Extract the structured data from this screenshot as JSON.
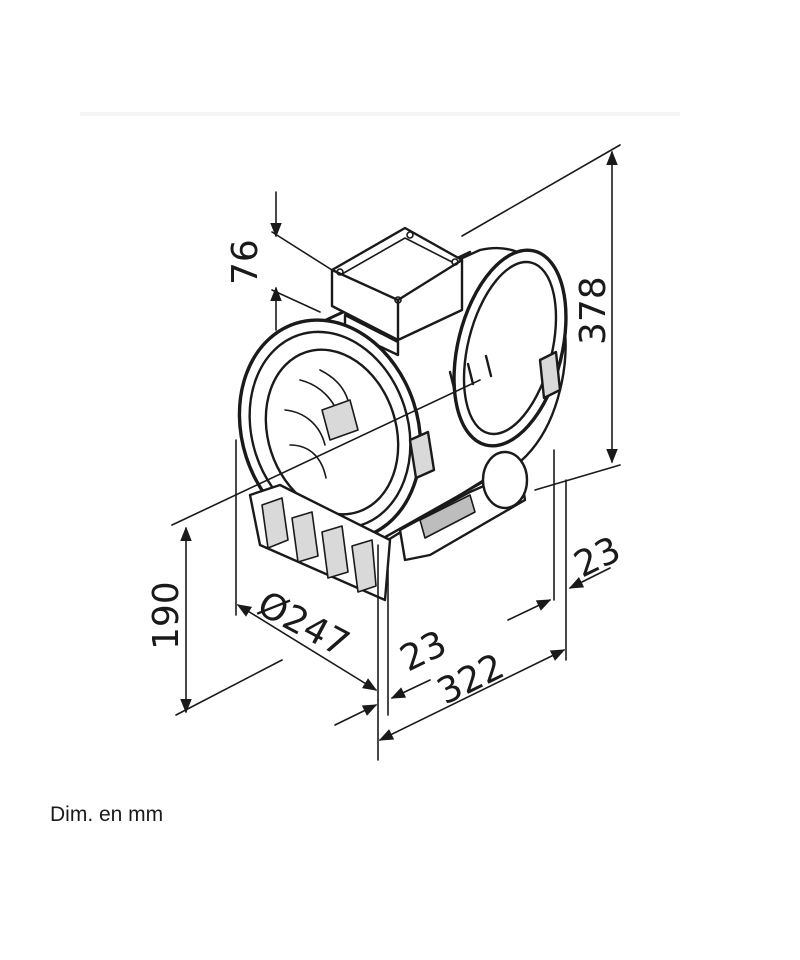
{
  "dimensions": {
    "overall_height": "378",
    "box_height": "76",
    "center_height": "190",
    "diameter": "Ø247",
    "length": "322",
    "flange_left": "23",
    "flange_right": "23"
  },
  "caption": "Dim. en mm",
  "colors": {
    "line": "#1a1a1a",
    "background": "#ffffff"
  }
}
